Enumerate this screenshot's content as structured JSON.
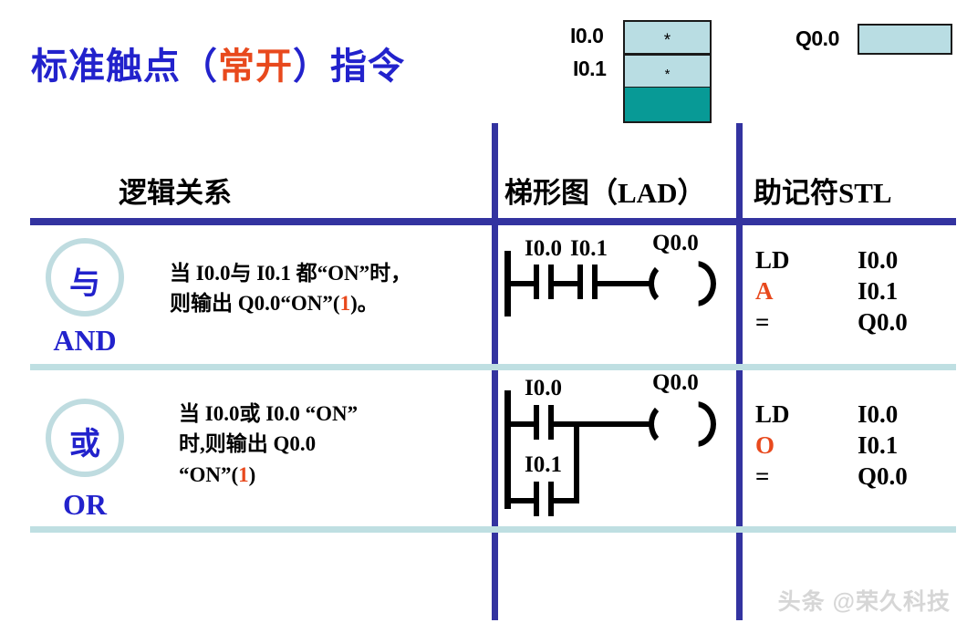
{
  "title": {
    "prefix": "标准触点（",
    "highlight": "常开",
    "suffix": "）指令"
  },
  "status_panel": {
    "input_labels": [
      "I0.0",
      "I0.1"
    ],
    "boxes": [
      {
        "mark": "*",
        "color": "#b9dde3"
      },
      {
        "mark": "*",
        "color": "#b9dde3"
      },
      {
        "mark": "",
        "color": "#089a96"
      }
    ],
    "output_label": "Q0.0",
    "output_box_color": "#b9dde3"
  },
  "table": {
    "headers": {
      "logic": "逻辑关系",
      "ladder": "梯形图（LAD）",
      "stl": "助记符STL"
    },
    "rows": [
      {
        "symbol": "与",
        "symbol_sub": "AND",
        "description_line1_pre": "当 I0.0与 I0.1 都“ON”时，",
        "description_line2_pre": "则输出 Q0.0“ON”(",
        "description_line2_hl": "1",
        "description_line2_post": ")。",
        "ladder": {
          "type": "series",
          "contacts": [
            "I0.0",
            "I0.1"
          ],
          "coil": "Q0.0"
        },
        "stl": [
          {
            "op": "LD",
            "operand": "I0.0",
            "op_color": "#000000"
          },
          {
            "op": "A",
            "operand": "I0.1",
            "op_color": "#e8491d"
          },
          {
            "op": "=",
            "operand": "Q0.0",
            "op_color": "#000000"
          }
        ]
      },
      {
        "symbol": "或",
        "symbol_sub": "OR",
        "description_line1_pre": "当 I0.0或 I0.0  “ON”",
        "description_line2_pre": "时,则输出 Q0.0",
        "description_line3_pre": "“ON”(",
        "description_line3_hl": "1",
        "description_line3_post": ")",
        "ladder": {
          "type": "parallel",
          "contacts": [
            "I0.0",
            "I0.1"
          ],
          "coil": "Q0.0"
        },
        "stl": [
          {
            "op": "LD",
            "operand": "I0.0",
            "op_color": "#000000"
          },
          {
            "op": "O",
            "operand": "I0.1",
            "op_color": "#e8491d"
          },
          {
            "op": "=",
            "operand": "Q0.0",
            "op_color": "#000000"
          }
        ]
      }
    ]
  },
  "watermark": "头条 @荣久科技",
  "colors": {
    "title_blue": "#2222cc",
    "title_orange": "#e8491d",
    "rule_blue": "#3333a0",
    "rule_soft": "#bfdfe2",
    "teal": "#089a96",
    "light_blue": "#b9dde3"
  }
}
